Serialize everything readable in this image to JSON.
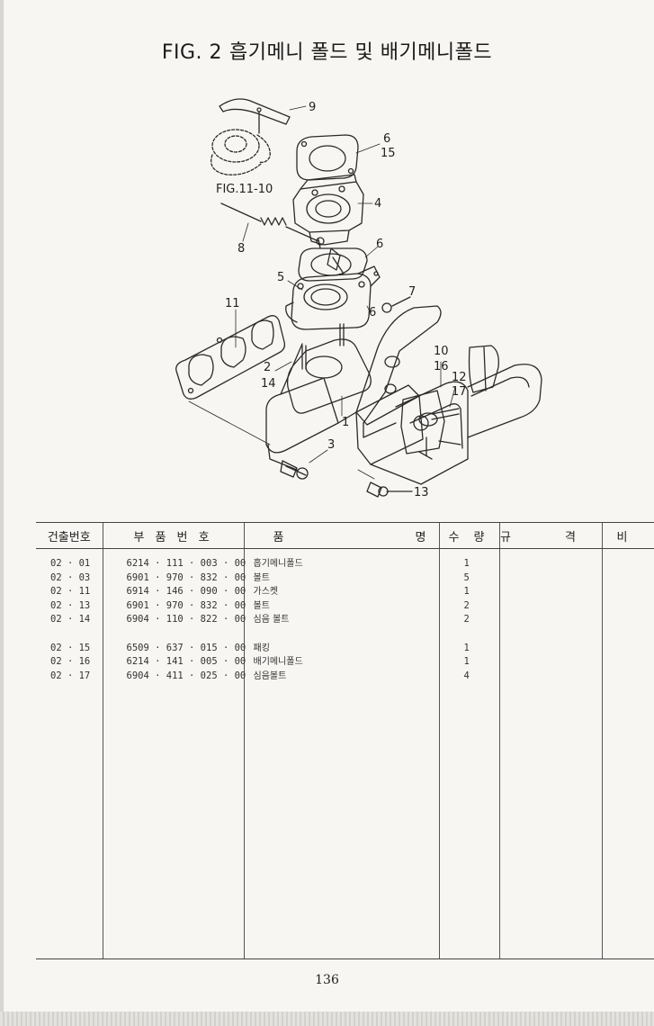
{
  "figure": {
    "fig_label": "FIG. 2",
    "title_part_1": "흡기메니 폴드",
    "title_join": "및",
    "title_part_2": "배기메니폴드",
    "sub_reference": "FIG.11-10",
    "callouts": [
      "9",
      "6",
      "15",
      "4",
      "8",
      "6",
      "5",
      "7",
      "11",
      "6",
      "10",
      "16",
      "12",
      "17",
      "2",
      "14",
      "1",
      "3",
      "13"
    ]
  },
  "table": {
    "headers": {
      "index_no": "건출번호",
      "part_no": "부 품 번 호",
      "name_left": "품",
      "name_right": "명",
      "quantity": "수 량",
      "spec": "규 격",
      "remarks": "비 고"
    },
    "rows": [
      {
        "index_no": "02 · 01",
        "part_no": "6214 · 111 · 003 · 00",
        "name": "흡기메니폴드",
        "quantity": "1"
      },
      {
        "index_no": "02 · 03",
        "part_no": "6901 · 970 · 832 · 00",
        "name": "볼트",
        "quantity": "5"
      },
      {
        "index_no": "02 · 11",
        "part_no": "6914 · 146 · 090 · 00",
        "name": "가스켓",
        "quantity": "1"
      },
      {
        "index_no": "02 · 13",
        "part_no": "6901 · 970 · 832 · 00",
        "name": "볼트",
        "quantity": "2"
      },
      {
        "index_no": "02 · 14",
        "part_no": "6904 · 110 · 822 · 00",
        "name": "심음 볼트",
        "quantity": "2"
      },
      {
        "index_no": "02 · 15",
        "part_no": "6509 · 637 · 015 · 00",
        "name": "패킹",
        "quantity": "1"
      },
      {
        "index_no": "02 · 16",
        "part_no": "6214 · 141 · 005 · 00",
        "name": "배기메니폴드",
        "quantity": "1"
      },
      {
        "index_no": "02 · 17",
        "part_no": "6904 · 411 · 025 · 00",
        "name": "심음볼트",
        "quantity": "4"
      }
    ]
  },
  "page_number": "136"
}
